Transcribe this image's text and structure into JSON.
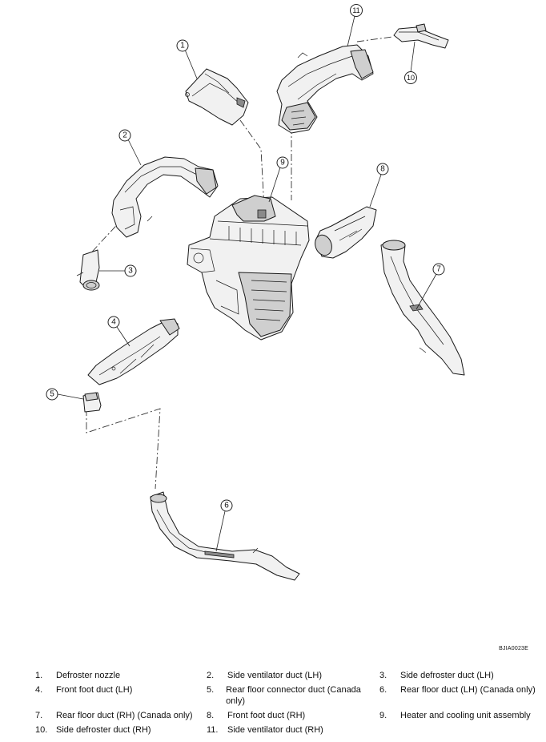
{
  "figure_code": "BJIA0023E",
  "callouts": [
    {
      "num": "1"
    },
    {
      "num": "2"
    },
    {
      "num": "3"
    },
    {
      "num": "4"
    },
    {
      "num": "5"
    },
    {
      "num": "6"
    },
    {
      "num": "7"
    },
    {
      "num": "8"
    },
    {
      "num": "9"
    },
    {
      "num": "10"
    },
    {
      "num": "11"
    }
  ],
  "legend": [
    {
      "num": "1.",
      "label": "Defroster nozzle"
    },
    {
      "num": "2.",
      "label": "Side ventilator duct (LH)"
    },
    {
      "num": "3.",
      "label": "Side defroster duct (LH)"
    },
    {
      "num": "4.",
      "label": "Front foot duct (LH)"
    },
    {
      "num": "5.",
      "label": "Rear floor connector duct (Canada only)"
    },
    {
      "num": "6.",
      "label": "Rear floor duct (LH) (Canada only)"
    },
    {
      "num": "7.",
      "label": "Rear floor duct (RH) (Canada only)"
    },
    {
      "num": "8.",
      "label": "Front foot duct (RH)"
    },
    {
      "num": "9.",
      "label": "Heater and cooling unit assembly"
    },
    {
      "num": "10.",
      "label": "Side defroster duct (RH)"
    },
    {
      "num": "11.",
      "label": "Side ventilator duct (RH)"
    }
  ]
}
